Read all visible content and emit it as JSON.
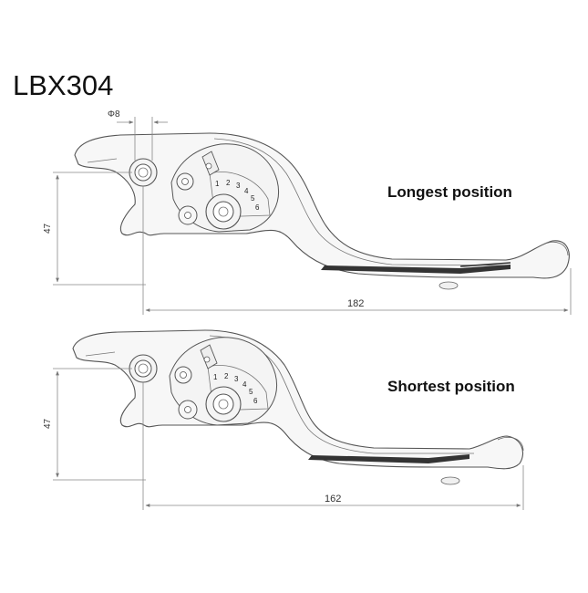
{
  "title": "LBX304",
  "diagrams": [
    {
      "label": "Longest position",
      "height_dim": "47",
      "length_dim": "182",
      "hole_dim": "8",
      "hole_symbol": "Φ",
      "dial_numbers": [
        "1",
        "2",
        "3",
        "4",
        "5",
        "6"
      ]
    },
    {
      "label": "Shortest position",
      "height_dim": "47",
      "length_dim": "162",
      "dial_numbers": [
        "1",
        "2",
        "3",
        "4",
        "5",
        "6"
      ]
    }
  ],
  "colors": {
    "outline": "#555555",
    "dim_line": "#888888",
    "fill": "#f7f7f7",
    "dark_edge": "#333333"
  }
}
